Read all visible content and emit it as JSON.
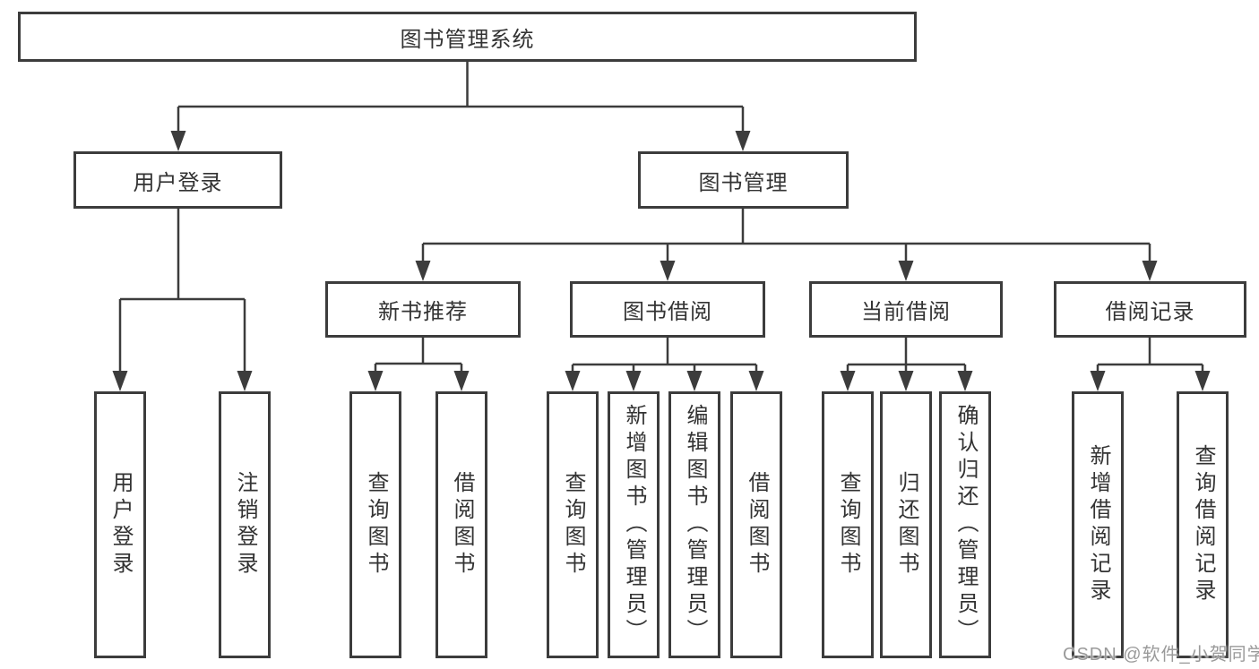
{
  "diagram": {
    "root": {
      "label": "图书管理系统"
    },
    "branches": [
      {
        "label": "用户登录",
        "children": [
          {
            "label": "用户登录"
          },
          {
            "label": "注销登录"
          }
        ]
      },
      {
        "label": "图书管理",
        "modules": [
          {
            "label": "新书推荐",
            "children": [
              {
                "label": "查询图书"
              },
              {
                "label": "借阅图书"
              }
            ]
          },
          {
            "label": "图书借阅",
            "children": [
              {
                "label": "查询图书"
              },
              {
                "label": "新增图书（管理员）"
              },
              {
                "label": "编辑图书（管理员）"
              },
              {
                "label": "借阅图书"
              }
            ]
          },
          {
            "label": "当前借阅",
            "children": [
              {
                "label": "查询图书"
              },
              {
                "label": "归还图书"
              },
              {
                "label": "确认归还（管理员）"
              }
            ]
          },
          {
            "label": "借阅记录",
            "children": [
              {
                "label": "新增借阅记录"
              },
              {
                "label": "查询借阅记录"
              }
            ]
          }
        ]
      }
    ]
  },
  "colors": {
    "line": "#3c3c3c",
    "text": "#333333",
    "watermark": "#9a9a9a",
    "background": "#ffffff"
  },
  "watermark": {
    "text": "CSDN @软件_小贺同学"
  }
}
